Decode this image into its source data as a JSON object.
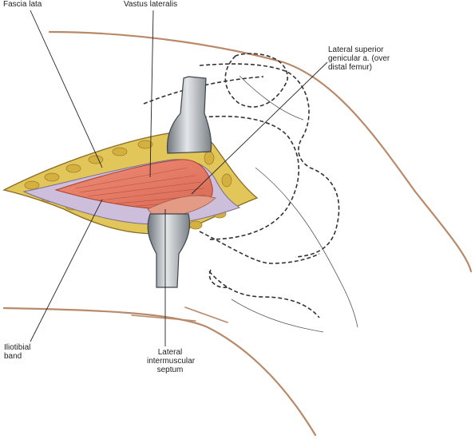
{
  "labels": {
    "fascia_lata": "Fascia lata",
    "vastus_lateralis": "Vastus lateralis",
    "lateral_superior_genicular": "Lateral superior\ngenicular a. (over\ndistal femur)",
    "iliotibial_band": "Iliotibial\nband",
    "lateral_intermuscular_septum": "Lateral\nintermuscular\nseptum"
  },
  "colors": {
    "skin_outline": "#b98a6a",
    "muscle": "#e8806a",
    "fat": "#d9b84a",
    "fascia": "#c8bcd8",
    "retractor": "#8f969c",
    "bone_dashed": "#333333"
  }
}
